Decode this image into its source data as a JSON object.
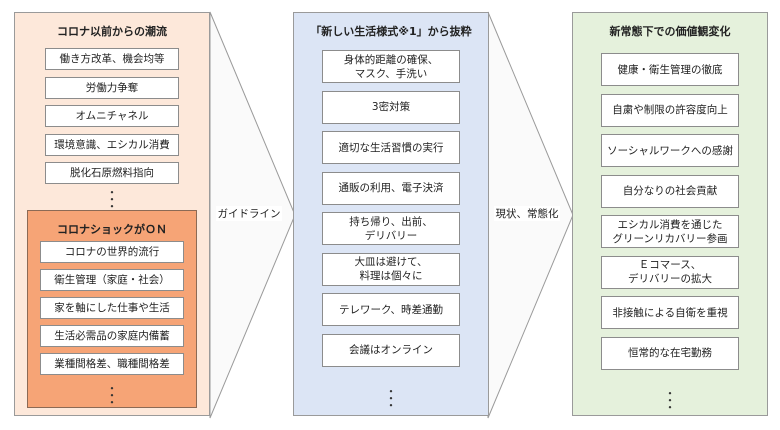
{
  "colors": {
    "left_panel": "#fde8da",
    "left_inner_panel": "#f6a476",
    "center_panel": "#dce5f5",
    "right_panel": "#e5f1dc",
    "box_fill": "#ffffff",
    "arrow_fill": "#fafafa"
  },
  "left": {
    "title": "コロナ以前からの潮流",
    "items": [
      "働き方改革、機会均等",
      "労働力争奪",
      "オムニチャネル",
      "環境意識、エシカル消費",
      "脱化石原燃料指向"
    ],
    "dots": "・\n・\n・",
    "inner": {
      "title": "コロナショックがＯＮ",
      "items": [
        "コロナの世界的流行",
        "衛生管理（家庭・社会）",
        "家を軸にした仕事や生活",
        "生活必需品の家庭内備蓄",
        "業種間格差、職種間格差"
      ],
      "dots": "・\n・\n・"
    }
  },
  "arrow1_label": "ガイドライン",
  "center": {
    "title": "「新しい生活様式※1」から抜粋",
    "items": [
      "身体的距離の確保、\nマスク、手洗い",
      "3密対策",
      "適切な生活習慣の実行",
      "通販の利用、電子決済",
      "持ち帰り、出前、\nデリバリー",
      "大皿は避けて、\n料理は個々に",
      "テレワーク、時差通勤",
      "会議はオンライン"
    ],
    "dots": "・\n・\n・"
  },
  "arrow2_label": "現状、常態化",
  "right": {
    "title": "新常態下での価値観変化",
    "items": [
      "健康・衛生管理の徹底",
      "自粛や制限の許容度向上",
      "ソーシャルワークへの感謝",
      "自分なりの社会貢献",
      "エシカル消費を通じた\nグリーンリカバリー参画",
      "Ｅコマース、\nデリバリーの拡大",
      "非接触による自衛を重視",
      "恒常的な在宅勤務"
    ],
    "dots": "・\n・\n・"
  }
}
